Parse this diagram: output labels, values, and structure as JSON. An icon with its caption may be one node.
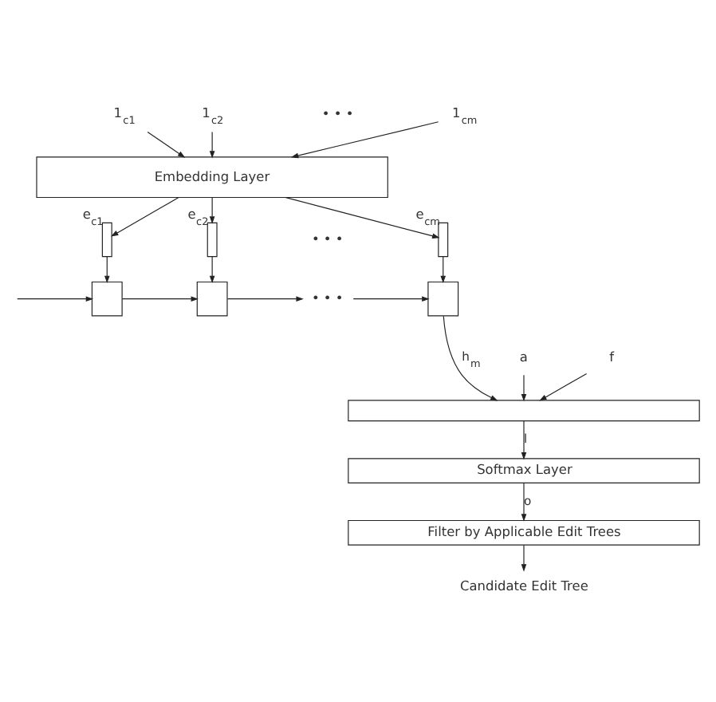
{
  "diagram": {
    "nodes": [
      {
        "text": [
          "1$_{c1}$"
        ]
      },
      {
        "text": [
          "1$_{c2}$"
        ]
      },
      {
        "text": [
          "1$_{cm}$"
        ]
      },
      {
        "text": [
          "Embedding Layer"
        ]
      },
      {
        "text": [],
        "shape": "box",
        "beside": [
          "e$_{c1}$"
        ]
      },
      {
        "text": [],
        "shape": "box",
        "beside": [
          "e$_{c2}$"
        ]
      },
      {
        "text": [],
        "shape": "box",
        "beside": [
          "e$_{cm}$"
        ]
      },
      {
        "text": [],
        "shape": "box"
      },
      {
        "text": [],
        "shape": "box"
      },
      {
        "text": [
          "• • •"
        ]
      },
      {
        "text": [],
        "shape": "box"
      },
      {
        "text": [
          "a"
        ]
      },
      {
        "text": [
          "f"
        ]
      },
      {
        "text": [],
        "shape": "box"
      },
      {
        "text": [
          "Softmax Layer"
        ]
      },
      {
        "text": [
          "Filter by Applicable Edit Trees"
        ]
      },
      {
        "text": [
          "Candidate Edit Tree"
        ]
      }
    ],
    "edges": [
      {
        "from": 0,
        "to": 3,
        "arrow": "to"
      },
      {
        "from": 1,
        "to": 3,
        "arrow": "to"
      },
      {
        "from": 2,
        "to": 3,
        "arrow": "to"
      },
      {
        "from": 3,
        "to": 4,
        "arrow": "to"
      },
      {
        "from": 3,
        "to": 5,
        "arrow": "to"
      },
      {
        "from": 3,
        "to": 6,
        "arrow": "to"
      },
      {
        "from": 4,
        "to": 7,
        "arrow": "to"
      },
      {
        "from": 5,
        "to": 8,
        "arrow": "to"
      },
      {
        "from": 6,
        "to": 10,
        "arrow": "to"
      },
      {
        "from": null,
        "to": 7,
        "arrow": "to"
      },
      {
        "from": 7,
        "to": 8,
        "arrow": "to"
      },
      {
        "from": 8,
        "to": 9,
        "arrow": "to"
      },
      {
        "from": 9,
        "to": 10,
        "arrow": "to"
      },
      {
        "from": 10,
        "to": 13,
        "arrow": "to",
        "label": "h$_{m}$"
      },
      {
        "from": 11,
        "to": 13,
        "arrow": "to"
      },
      {
        "from": 12,
        "to": 13,
        "arrow": "to"
      },
      {
        "from": 13,
        "to": 14,
        "arrow": "to",
        "label": "l"
      },
      {
        "from": 14,
        "to": 15,
        "arrow": "to",
        "label": "o"
      },
      {
        "from": 15,
        "to": 16,
        "arrow": "to"
      }
    ],
    "labels": [
      "• • •",
      "• • •"
    ]
  }
}
